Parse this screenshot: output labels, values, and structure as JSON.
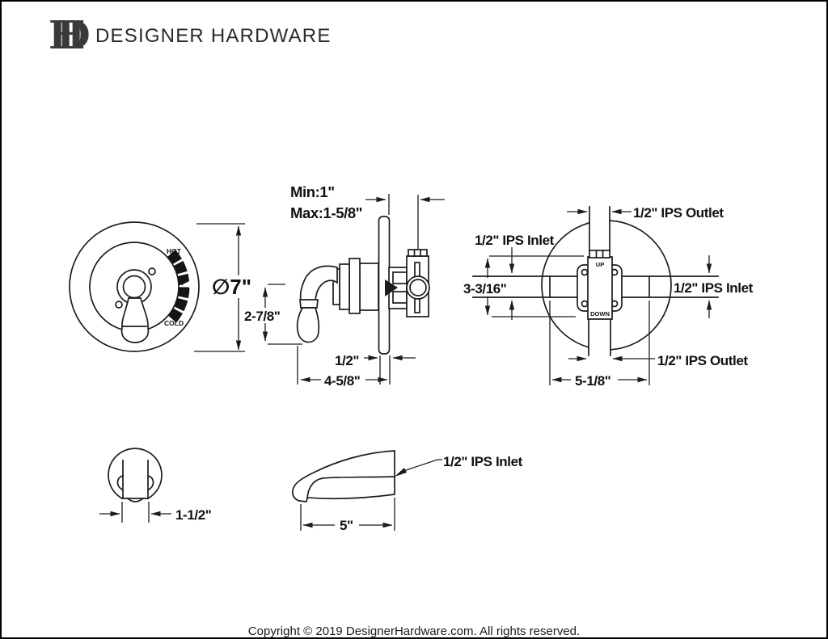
{
  "header": {
    "monogram_h": "H",
    "monogram_d": "D",
    "brand": "DESIGNER HARDWARE"
  },
  "front_view": {
    "diameter": "∅7\"",
    "hot": "HOT",
    "cold": "COLD"
  },
  "side_view": {
    "min_depth": "Min:1\"",
    "max_depth": "Max:1-5/8\"",
    "handle_drop": "2-7/8\"",
    "plate_offset": "1/2\"",
    "total_depth": "4-5/8\""
  },
  "rear_view": {
    "top_outlet": "1/2\" IPS Outlet",
    "left_inlet": "1/2\" IPS Inlet",
    "port_spacing": "3-3/16\"",
    "right_inlet": "1/2\" IPS Inlet",
    "bottom_outlet": "1/2\" IPS Outlet",
    "body_width": "5-1/8\"",
    "up": "UP",
    "down": "DOWN"
  },
  "handle_view": {
    "width": "1-1/2\""
  },
  "spout_view": {
    "length": "5\"",
    "inlet": "1/2\" IPS Inlet"
  },
  "footer": {
    "copyright": "Copyright © 2019 DesignerHardware.com. All rights reserved."
  },
  "colors": {
    "line": "#1c1c1c",
    "text": "#111111",
    "background": "#ffffff"
  }
}
